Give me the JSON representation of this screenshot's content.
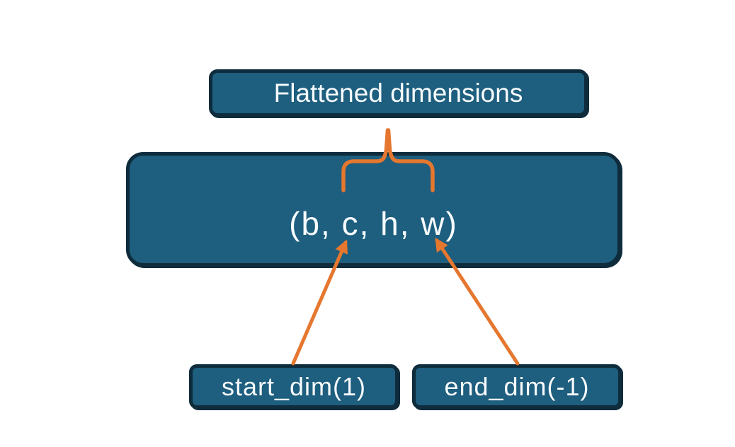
{
  "diagram": {
    "title_box": {
      "label": "Flattened dimensions"
    },
    "tensor_box": {
      "label": "(b, c, h, w)"
    },
    "start_box": {
      "label": "start_dim(1)"
    },
    "end_box": {
      "label": "end_dim(-1)"
    },
    "connectors": {
      "brace": "upward curly brace grouping c,h,w dims, pointing to title box",
      "left_arrow": "from start_dim(1) box up to dim b/c position",
      "right_arrow": "from end_dim(-1) box up to dim w position"
    },
    "colors": {
      "box_fill": "#1E5E7E",
      "box_border": "#0E2C3C",
      "accent_orange": "#E5772F",
      "text_color": "#F7FBFD",
      "background": "#FFFFFF"
    }
  }
}
